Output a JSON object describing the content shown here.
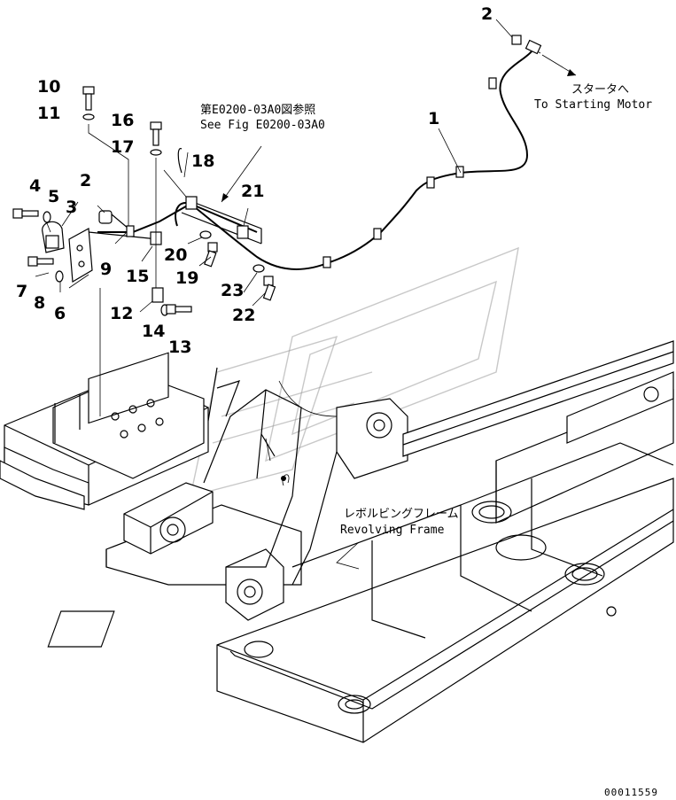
{
  "callouts": {
    "c1": "1",
    "c2a": "2",
    "c2b": "2",
    "c3": "3",
    "c4": "4",
    "c5": "5",
    "c6": "6",
    "c7": "7",
    "c8": "8",
    "c9": "9",
    "c10": "10",
    "c11": "11",
    "c12": "12",
    "c13": "13",
    "c14": "14",
    "c15": "15",
    "c16": "16",
    "c17": "17",
    "c18": "18",
    "c19": "19",
    "c20": "20",
    "c21": "21",
    "c22": "22",
    "c23": "23"
  },
  "notes": {
    "ref_jp": "第E0200-03A0図参照",
    "ref_en": "See Fig E0200-03A0",
    "starter_jp": "スタータへ",
    "starter_en": "To Starting Motor",
    "frame_jp": "レボルビングフレーム",
    "frame_en": "Revolving Frame"
  },
  "doc_number": "00011559"
}
